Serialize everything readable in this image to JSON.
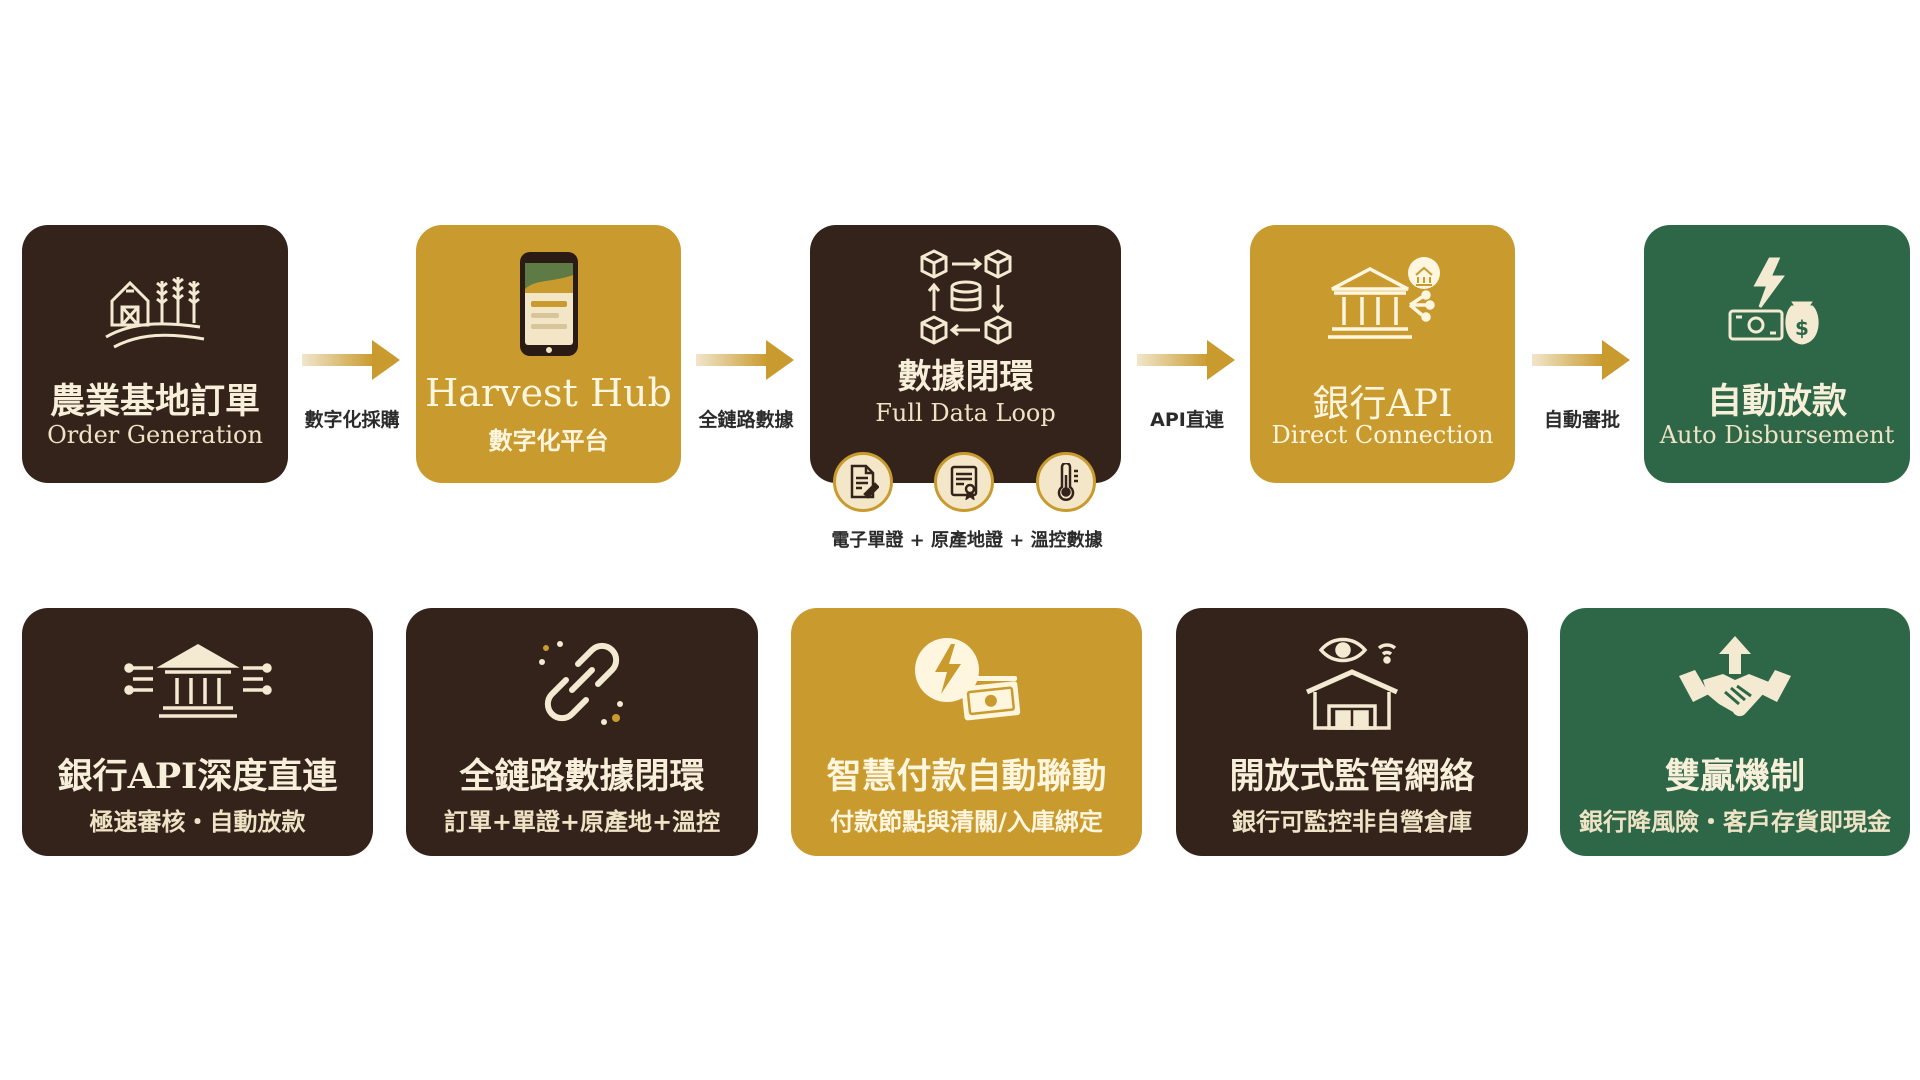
{
  "flow": {
    "steps": [
      {
        "title": "農業基地訂單",
        "subtitle": "Order Generation",
        "icon": "farm-icon"
      },
      {
        "title": "Harvest Hub",
        "subtitle": "數字化平台",
        "icon": "smartphone-icon"
      },
      {
        "title": "數據閉環",
        "subtitle": "Full Data Loop",
        "icon": "data-loop-icon"
      },
      {
        "title": "銀行API",
        "subtitle": "Direct Connection",
        "icon": "bank-api-icon"
      },
      {
        "title": "自動放款",
        "subtitle": "Auto Disbursement",
        "icon": "money-flash-icon"
      }
    ],
    "arrows": [
      "數字化採購",
      "全鏈路數據",
      "API直連",
      "自動審批"
    ],
    "evidence_label": "電子單證 + 原產地證 + 溫控數據",
    "evidence_icons": [
      "e-document-icon",
      "certificate-icon",
      "thermometer-icon"
    ]
  },
  "features": [
    {
      "title": "銀行API深度直連",
      "subtitle": "極速審核・自動放款",
      "icon": "bank-network-icon"
    },
    {
      "title": "全鏈路數據閉環",
      "subtitle": "訂單+單證+原產地+溫控",
      "icon": "chain-link-icon"
    },
    {
      "title": "智慧付款自動聯動",
      "subtitle": "付款節點與清關/入庫綁定",
      "icon": "payment-cash-icon"
    },
    {
      "title": "開放式監管網絡",
      "subtitle": "銀行可監控非自營倉庫",
      "icon": "warehouse-monitor-icon"
    },
    {
      "title": "雙贏機制",
      "subtitle": "銀行降風險・客戶存貨即現金",
      "icon": "handshake-icon"
    }
  ],
  "colors": {
    "brown": "#34231a",
    "gold": "#c99a2e",
    "green": "#2e6747",
    "cream": "#f4ead2"
  }
}
